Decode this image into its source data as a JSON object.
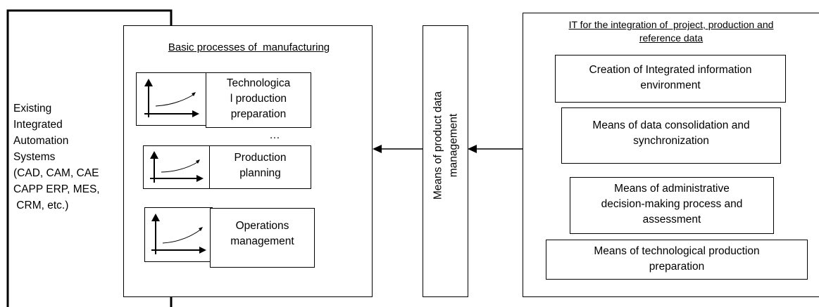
{
  "existing_systems": {
    "lines": [
      "Existing",
      "Integrated",
      "Automation",
      "Systems",
      "(CAD, CAM, CAE",
      "CAPP ERP, MES,",
      " CRM, etc.)"
    ]
  },
  "manufacturing": {
    "title": "Basic processes of  manufacturing",
    "processes": [
      {
        "label_lines": [
          "Technologica",
          "l production",
          "preparation"
        ],
        "icon": "growth-chart-icon"
      },
      {
        "label_lines": [
          "Production",
          "planning"
        ],
        "icon": "growth-chart-icon"
      },
      {
        "label_lines": [
          "Operations",
          "management"
        ],
        "icon": "growth-chart-icon"
      }
    ],
    "ellipsis": "…"
  },
  "pdm": {
    "label_lines": [
      "Means of product data",
      "management"
    ]
  },
  "it_integration": {
    "title_lines": [
      "IT for the integration of  project, production and",
      "reference data"
    ],
    "items": [
      {
        "lines": [
          "Creation of Integrated information",
          "environment"
        ]
      },
      {
        "lines": [
          "Means of data consolidation and",
          "synchronization"
        ]
      },
      {
        "lines": [
          "Means of administrative",
          "decision-making process and",
          "assessment"
        ]
      },
      {
        "lines": [
          "Means of technological production",
          "preparation"
        ]
      }
    ]
  }
}
